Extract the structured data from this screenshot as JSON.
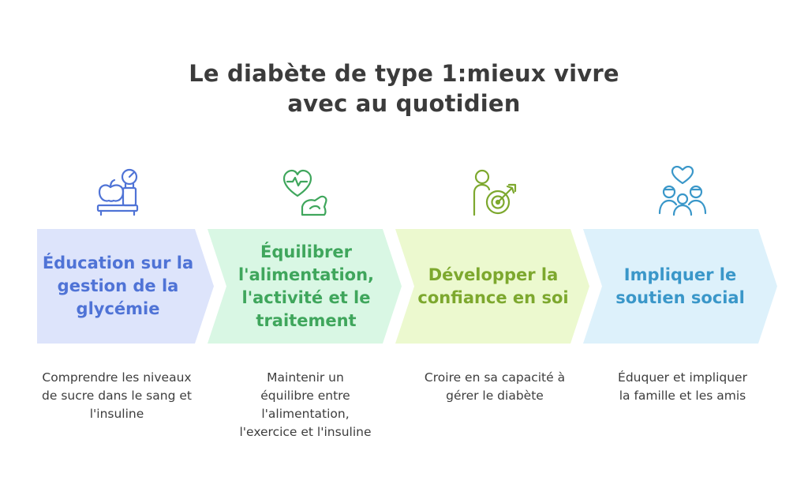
{
  "title": {
    "line1": "Le diabète de type 1:mieux vivre",
    "line2": "avec au quotidien"
  },
  "steps": [
    {
      "icon": "apple-scale-icon",
      "label": "Éducation sur la gestion de la glycémie",
      "description": "Comprendre les niveaux de sucre dans le sang et l'insuline",
      "fill": "#dde4fb",
      "text_color": "#4f73d6"
    },
    {
      "icon": "heart-muscle-icon",
      "label": "Équilibrer l'alimentation, l'activité et le traitement",
      "description": "Maintenir un équilibre entre l'alimentation, l'exercice et l'insuline",
      "fill": "#d9f7e4",
      "text_color": "#3fa65c"
    },
    {
      "icon": "person-target-icon",
      "label": "Développer la confiance en soi",
      "description": "Croire en sa capacité à gérer le diabète",
      "fill": "#ecf9cf",
      "text_color": "#7da82e"
    },
    {
      "icon": "family-heart-icon",
      "label": "Impliquer le soutien social",
      "description": "Éduquer et impliquer la famille et les amis",
      "fill": "#ddf1fb",
      "text_color": "#3a97c9"
    }
  ]
}
